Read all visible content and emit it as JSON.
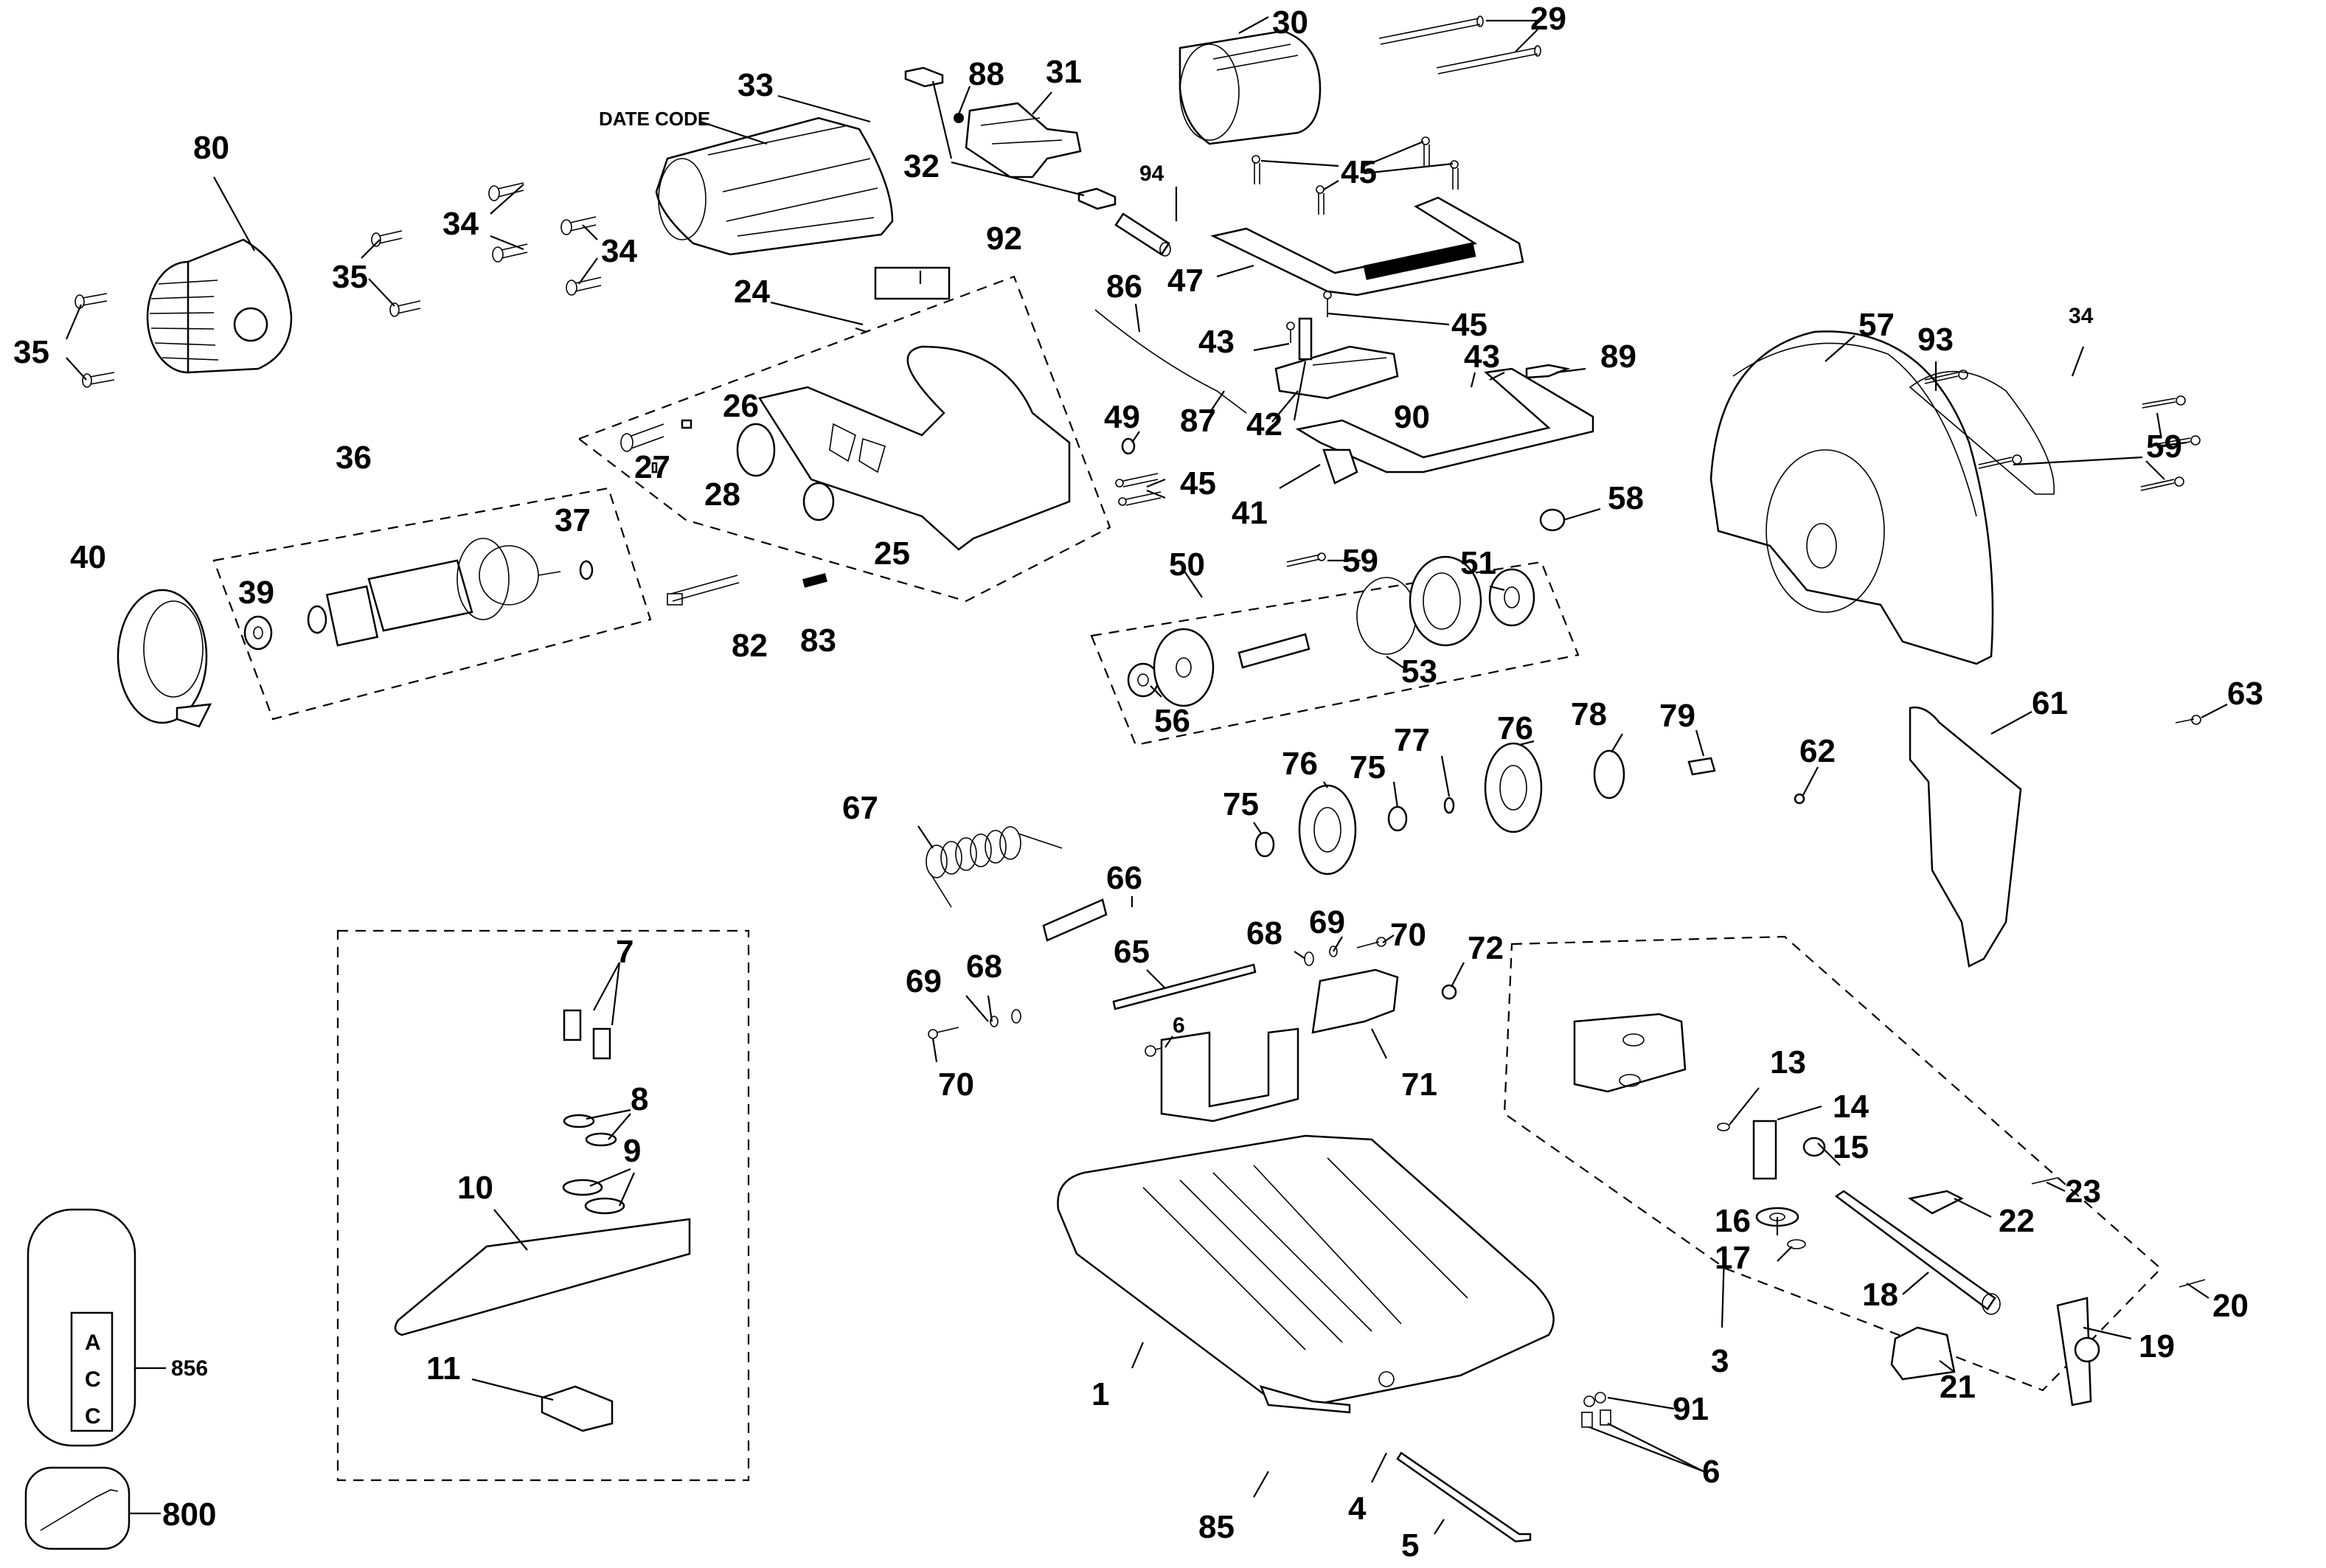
{
  "title": "Exploded parts diagram — abrasive chop saw",
  "annotations": {
    "date_code": "DATE CODE",
    "acc_letters": [
      "A",
      "C",
      "C"
    ]
  },
  "labels": {
    "l1": "1",
    "l3": "3",
    "l4": "4",
    "l5": "5",
    "l6a": "6",
    "l6b": "6",
    "l7": "7",
    "l8": "8",
    "l9": "9",
    "l10": "10",
    "l11": "11",
    "l13": "13",
    "l14": "14",
    "l15": "15",
    "l16": "16",
    "l17": "17",
    "l18": "18",
    "l19": "19",
    "l20": "20",
    "l21": "21",
    "l22": "22",
    "l23": "23",
    "l24": "24",
    "l25": "25",
    "l26": "26",
    "l27": "27",
    "l28": "28",
    "l29": "29",
    "l30": "30",
    "l31": "31",
    "l32": "32",
    "l33": "33",
    "l34a": "34",
    "l34b": "34",
    "l34c": "34",
    "l35a": "35",
    "l35b": "35",
    "l36": "36",
    "l37": "37",
    "l39": "39",
    "l40": "40",
    "l41": "41",
    "l42": "42",
    "l43a": "43",
    "l43b": "43",
    "l45a": "45",
    "l45b": "45",
    "l45c": "45",
    "l47": "47",
    "l49": "49",
    "l50": "50",
    "l51": "51",
    "l53": "53",
    "l56": "56",
    "l57": "57",
    "l58": "58",
    "l59a": "59",
    "l59b": "59",
    "l61": "61",
    "l62": "62",
    "l63": "63",
    "l65": "65",
    "l66": "66",
    "l67": "67",
    "l68a": "68",
    "l68b": "68",
    "l69a": "69",
    "l69b": "69",
    "l70a": "70",
    "l70b": "70",
    "l71": "71",
    "l72": "72",
    "l75a": "75",
    "l75b": "75",
    "l76a": "76",
    "l76b": "76",
    "l77": "77",
    "l78": "78",
    "l79": "79",
    "l80": "80",
    "l82": "82",
    "l83": "83",
    "l85": "85",
    "l86": "86",
    "l87": "87",
    "l88": "88",
    "l89": "89",
    "l90": "90",
    "l91": "91",
    "l92": "92",
    "l93": "93",
    "l94": "94",
    "l800": "800",
    "l856": "856"
  }
}
